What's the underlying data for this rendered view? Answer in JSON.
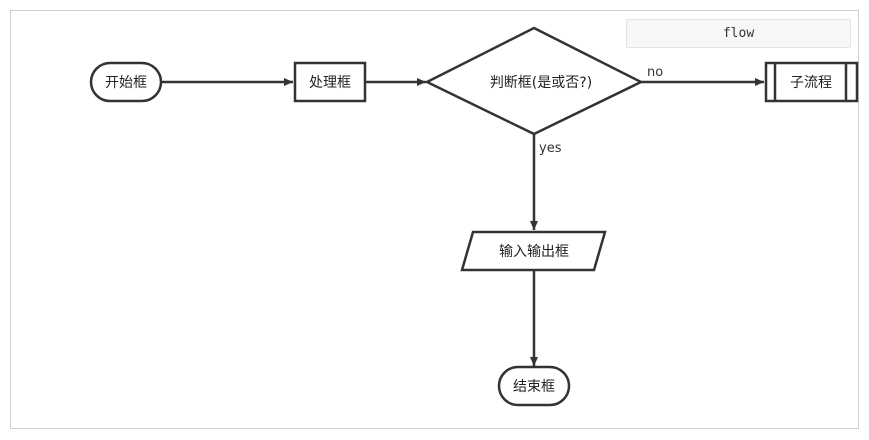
{
  "language_badge": "flow",
  "diagram": {
    "nodes": {
      "start": "开始框",
      "process": "处理框",
      "decision": "判断框(是或否?)",
      "subroutine": "子流程",
      "io": "输入输出框",
      "end": "结束框"
    },
    "edges": {
      "no_label": "no",
      "yes_label": "yes"
    }
  },
  "colors": {
    "stroke": "#333333",
    "text": "#222222",
    "frame_border": "#cfcfcf",
    "badge_bg": "#f7f7f7"
  }
}
